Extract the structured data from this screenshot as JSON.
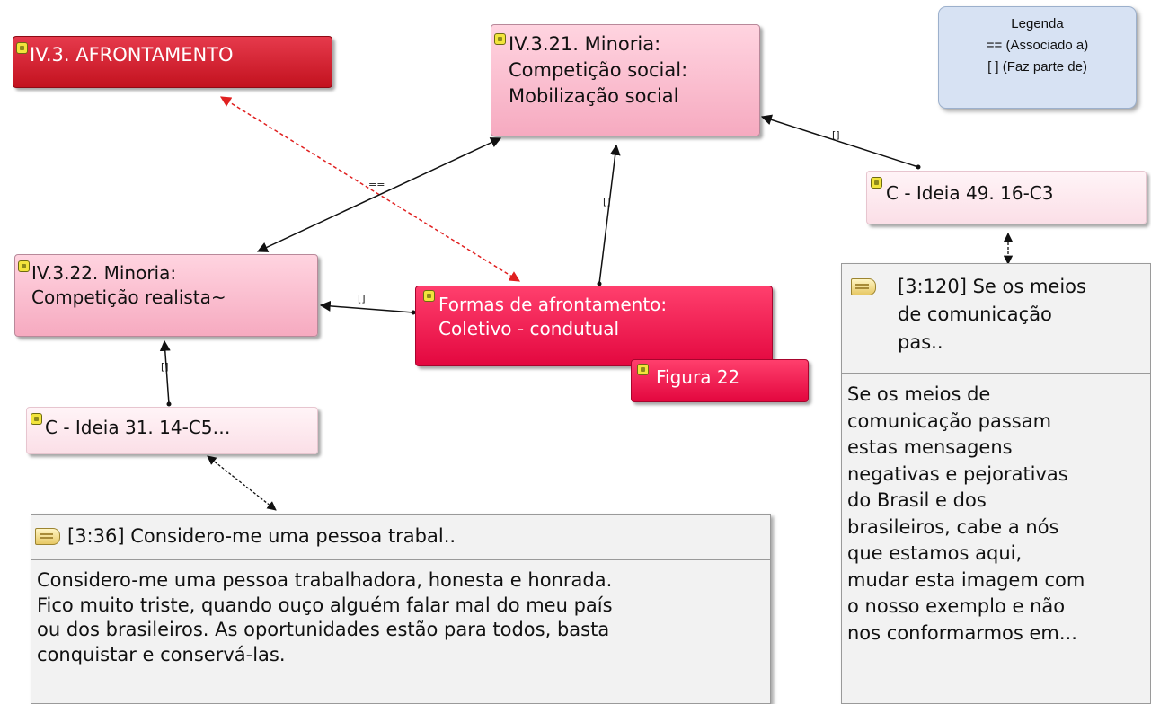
{
  "legend": {
    "title": "Legenda",
    "associated": "== (Associado a)",
    "part_of": "[ ]  (Faz parte de)"
  },
  "nodes": {
    "afrontamento": "IV.3. AFRONTAMENTO",
    "mobilizacao": "IV.3.21. Minoria:\nCompetição social:\nMobilização social",
    "competicao_realista": "IV.3.22. Minoria:\nCompetição realista~",
    "formas": "Formas de afrontamento:\nColetivo - condutual",
    "figura": "Figura 22",
    "ideia31": "C - Ideia 31. 14-C5…",
    "ideia49": "C - Ideia 49. 16-C3"
  },
  "quotes": {
    "q36": {
      "header": "[3:36] Considero-me uma pessoa trabal..",
      "body": "Considero-me uma pessoa trabalhadora, honesta e honrada.\nFico muito triste, quando ouço alguém falar mal do meu país\nou dos brasileiros. As oportunidades estão para todos, basta\nconquistar e conservá-las."
    },
    "q120": {
      "header": "[3:120] Se os meios\nde comunicação\npas..",
      "body": "Se os meios de\ncomunicação passam\nestas mensagens\nnegativas e pejorativas\ndo Brasil e dos\nbrasileiros, cabe a nós\nque estamos aqui,\nmudar esta imagem com\no nosso exemplo e não\nnos conformarmos em..."
    }
  },
  "relation_labels": {
    "associated": "==",
    "part_of": "[]"
  },
  "colors": {
    "link": "#111111",
    "associated_link": "#e02020"
  }
}
